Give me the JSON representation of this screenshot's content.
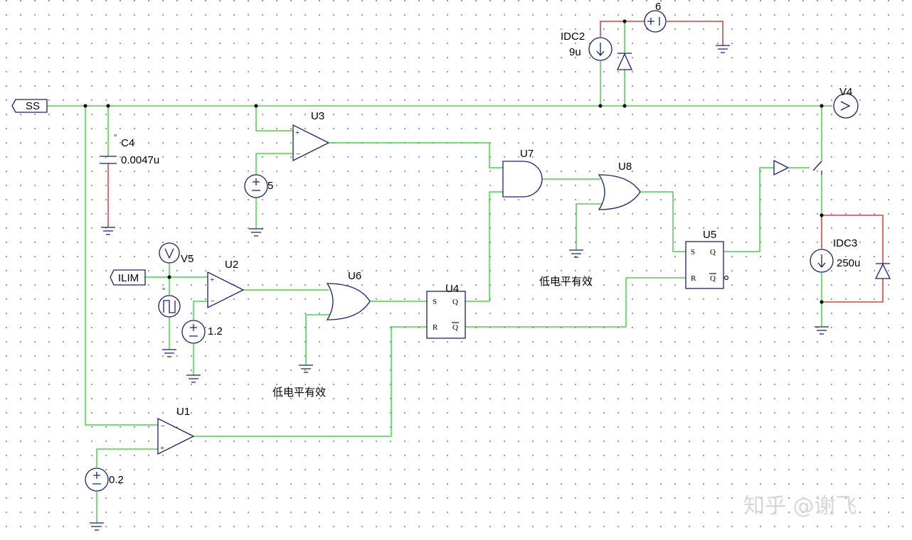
{
  "ports": {
    "ss": "SS",
    "ilim": "ILIM"
  },
  "components": {
    "u1": "U1",
    "u2": "U2",
    "u3": "U3",
    "u4": "U4",
    "u5": "U5",
    "u6": "U6",
    "u7": "U7",
    "u8": "U8",
    "c4": "C4",
    "c4_value": "0.0047u",
    "v4": "V4",
    "v5": "V5",
    "idc2": "IDC2",
    "idc2_value": "9u",
    "idc3": "IDC3",
    "idc3_value": "250u",
    "src_top_value": "6",
    "src_u3_value": "5",
    "src_u2_value": "1.2",
    "src_u1_value": "0.2"
  },
  "pins": {
    "s": "S",
    "r": "R",
    "q": "Q",
    "qbar": "Q"
  },
  "notes": {
    "active_low_1": "低电平有效",
    "active_low_2": "低电平有效"
  },
  "watermark": "知乎 @谢飞",
  "colors": {
    "wire": "#2fc82f",
    "power_wire": "#d01c1c",
    "part": "#1a1f6e"
  }
}
